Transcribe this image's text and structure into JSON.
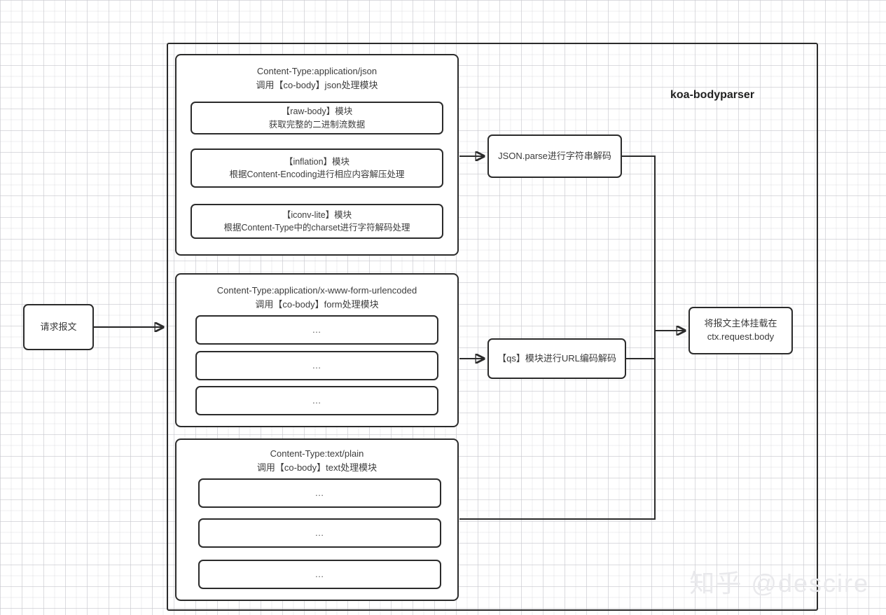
{
  "diagram": {
    "title": "koa-bodyparser",
    "watermark": "知乎 @descire",
    "source_node": {
      "label": "请求报文"
    },
    "groups": [
      {
        "id": "json-group",
        "title": "Content-Type:application/json\n调用【co-body】json处理模块",
        "items": [
          {
            "label": "【raw-body】模块\n获取完整的二进制流数据"
          },
          {
            "label": "【inflation】模块\n根据Content-Encoding进行相应内容解压处理"
          },
          {
            "label": "【iconv-lite】模块\n根据Content-Type中的charset进行字符解码处理"
          }
        ]
      },
      {
        "id": "form-group",
        "title": "Content-Type:application/x-www-form-urlencoded\n调用【co-body】form处理模块",
        "items": [
          {
            "label": "…"
          },
          {
            "label": "…"
          },
          {
            "label": "…"
          }
        ]
      },
      {
        "id": "text-group",
        "title": "Content-Type:text/plain\n调用【co-body】text处理模块",
        "items": [
          {
            "label": "…"
          },
          {
            "label": "…"
          },
          {
            "label": "…"
          }
        ]
      }
    ],
    "processors": [
      {
        "id": "json-parse",
        "label": "JSON.parse进行字符串解码"
      },
      {
        "id": "qs-module",
        "label": "【qs】模块进行URL编码解码"
      }
    ],
    "sink_node": {
      "label": "将报文主体挂载在\nctx.request.body"
    }
  },
  "colors": {
    "stroke": "#2b2b2b",
    "text": "#3a3a3a",
    "background": "#ffffff",
    "grid": "#cdcdd2",
    "watermark": "#e9e9ec"
  }
}
